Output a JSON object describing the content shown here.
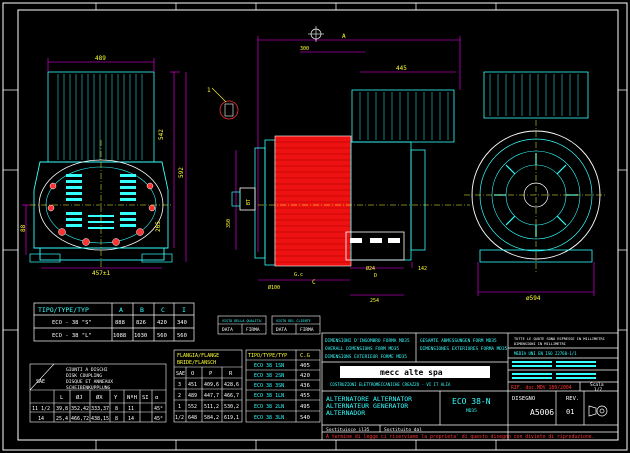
{
  "dims": {
    "top_width": "489",
    "side_height": "542",
    "left_h1": "265",
    "left_h2": "88",
    "left_h3": "592",
    "mount_w": "457±1",
    "side_A": "A",
    "side_445": "445",
    "side_300": "300",
    "side_BT": "BT",
    "side_h": "350",
    "side_h2": "592",
    "gc": "G.c",
    "bottom_C": "C",
    "bottom_D": "D",
    "bottom_24": "Ø24",
    "bottom_142": "142",
    "bottom_254": "254",
    "bottom_100": "Ø100",
    "right_dia": "ø594",
    "ref_1": "1"
  },
  "type_table": {
    "header": [
      "TIPO/TYPE/TYP",
      "A",
      "B",
      "C",
      "I"
    ],
    "rows": [
      [
        "ECO - 38 \"S\"",
        "888",
        "826",
        "420",
        "340"
      ],
      [
        "ECO - 38 \"L\"",
        "1088",
        "1030",
        "560",
        "560"
      ]
    ]
  },
  "stamps": [
    {
      "title": "VISTO DELLA QUALITA'",
      "c1": "DATA",
      "c2": "FIRMA"
    },
    {
      "title": "VISTO DEL CLIENTE",
      "c1": "DATA",
      "c2": "FIRMA"
    }
  ],
  "joints": {
    "title": [
      "GIUNTI A DISCHI",
      "DISK COUPLING",
      "DISQUE ET ANNEAUX",
      "SCHEIBENKUPPLUNG"
    ],
    "header": [
      "SAE",
      "L",
      "ØJ",
      "ØX",
      "Y",
      "NºH",
      "SI",
      "α"
    ],
    "rows": [
      [
        "11 1/2",
        "39,8",
        "352,42",
        "333,37",
        "8",
        "11",
        "45°"
      ],
      [
        "14",
        "25,4",
        "466,72",
        "438,15",
        "8",
        "14",
        "45°"
      ]
    ]
  },
  "flanges": {
    "title": [
      "FLANGIA/FLANGE",
      "BRIDE/FLANSCH"
    ],
    "header": [
      "SAE",
      "O",
      "P",
      "R"
    ],
    "rows": [
      [
        "3",
        "451",
        "409,6",
        "428,6"
      ],
      [
        "2",
        "489",
        "447,7",
        "466,7"
      ],
      [
        "1",
        "552",
        "511,2",
        "530,2"
      ],
      [
        "1/2",
        "648",
        "584,2",
        "619,1"
      ]
    ]
  },
  "cg": {
    "header": [
      "TIPO/TYPE/TYP",
      "C.G"
    ],
    "rows": [
      [
        "ECO 38 1SN",
        "405"
      ],
      [
        "ECO 38 2SN",
        "420"
      ],
      [
        "ECO 38 3SN",
        "436"
      ],
      [
        "ECO 38 1LN",
        "455"
      ],
      [
        "ECO 38 2LN",
        "495"
      ],
      [
        "ECO 38 3LN",
        "540"
      ]
    ]
  },
  "title_block": {
    "lines_left": [
      "DIMENSIONI D'INGOMBRO FORMA MD35",
      "OVERALL DIMENSIONS FORM MD35",
      "DIMENSIONS EXTERIEUR FORME MD35"
    ],
    "lines_right": [
      "GESAMTE ABMESSUNGEN FORM MD35",
      "DIMENSIONES EXTERIORES FORMA MD35"
    ],
    "note_right": [
      "TUTTE LE QUOTE SONO ESPRESSE IN MILLIMETRI",
      "DIMENSIONI IN MILLIMETRI"
    ],
    "tolerance": "MEDIA UNI EN ISO 22768-1/1",
    "company": "mecc alte spa",
    "company_line": "COSTRUZIONI ELETTROMECCANICHE   CREAZZO - VI   IT ALIA",
    "product": [
      "ALTERNATORE ALTERNATOR",
      "ALTERNATEUR GENERATOR",
      "ALTERNADOR"
    ],
    "model": "ECO 38-N",
    "model_sub": "MD35",
    "drawing_label": "DISEGNO",
    "drawing_no": "A5006",
    "rev_label": "REV.",
    "rev": "01",
    "scale_label": "Scala",
    "scale": "1/7",
    "ref": "RIF. doc.MDV 180/2004",
    "replaces_label": "Sostituisce il",
    "replaced_label": "Sostituito dal",
    "replaces_val": "35",
    "copyright": "A termine di legge ci riserviamo la proprieta' di questo disegno con divieto di riproduzione."
  }
}
